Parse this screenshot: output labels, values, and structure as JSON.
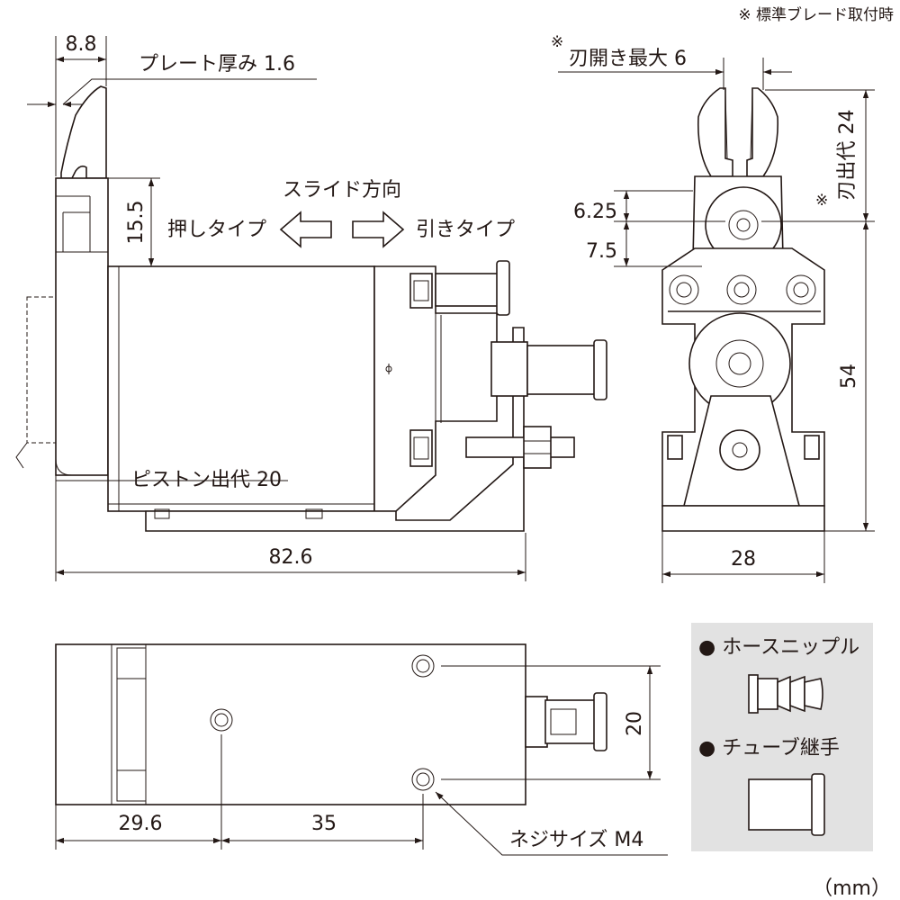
{
  "notes": {
    "top_note": "※ 標準ブレード取付時",
    "unit": "（mm）"
  },
  "side_view": {
    "dim_plate_offset": "8.8",
    "plate_thickness": "プレート厚み 1.6",
    "dim_stroke_height": "15.5",
    "slide_direction": "スライド方向",
    "push_type": "押しタイプ",
    "pull_type": "引きタイプ",
    "piston_stroke": "ピストン出代 20",
    "total_length": "82.6"
  },
  "front_view": {
    "max_opening": "刃開き最大 6",
    "note_mark_1": "※",
    "note_mark_2": "※",
    "blade_protrusion": "刃出代 24",
    "dim_pivot": "6.25",
    "dim_pivot_gap": "7.5",
    "height": "54",
    "width": "28"
  },
  "bottom_view": {
    "dim_hole_spacing": "20",
    "dim_first_hole": "29.6",
    "dim_hole_pitch": "35",
    "screw_size": "ネジサイズ M4"
  },
  "legend": {
    "hose_nipple": "● ホースニップル",
    "tube_fitting": "● チューブ継手",
    "panel_color": "#e2e2e2"
  }
}
